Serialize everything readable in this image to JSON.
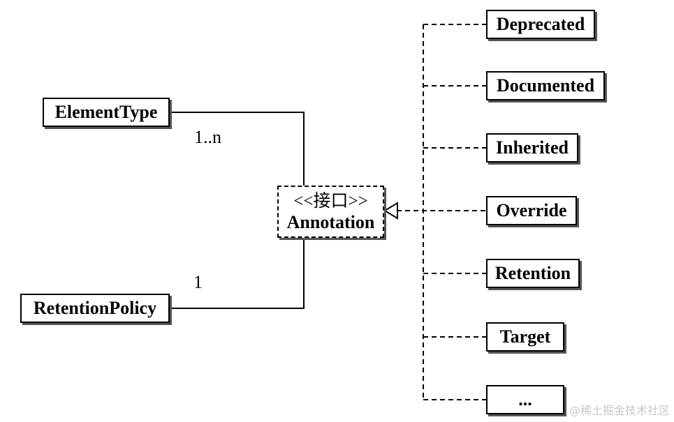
{
  "left_classes": [
    {
      "id": "element-type",
      "label": "ElementType",
      "multiplicity": "1..n"
    },
    {
      "id": "retention-policy",
      "label": "RetentionPolicy",
      "multiplicity": "1"
    }
  ],
  "interface": {
    "stereotype": "<<接口>>",
    "name": "Annotation"
  },
  "right_annotations": [
    {
      "id": "deprecated",
      "label": "Deprecated"
    },
    {
      "id": "documented",
      "label": "Documented"
    },
    {
      "id": "inherited",
      "label": "Inherited"
    },
    {
      "id": "override",
      "label": "Override"
    },
    {
      "id": "retention",
      "label": "Retention"
    },
    {
      "id": "target",
      "label": "Target"
    },
    {
      "id": "more",
      "label": "..."
    }
  ],
  "watermark": "@稀土掘金技术社区",
  "colors": {
    "line": "#000000",
    "shadow": "#555555",
    "watermark": "#c8c8c8"
  }
}
